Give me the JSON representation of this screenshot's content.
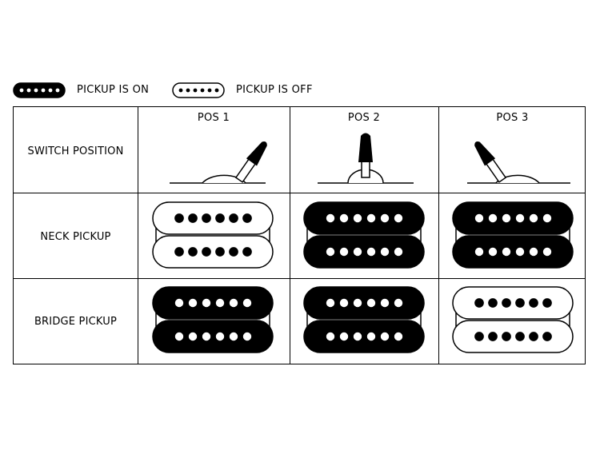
{
  "legend": {
    "on_label": "PICKUP IS ON",
    "off_label": "PICKUP IS OFF"
  },
  "table": {
    "header_row_label": "SWITCH POSITION",
    "positions": [
      "POS 1",
      "POS 2",
      "POS 3"
    ],
    "rows": [
      {
        "label": "NECK PICKUP",
        "states": [
          "off",
          "on",
          "on"
        ]
      },
      {
        "label": "BRIDGE PICKUP",
        "states": [
          "on",
          "on",
          "off"
        ]
      }
    ],
    "switch_directions": [
      "right",
      "center",
      "left"
    ]
  },
  "colors": {
    "on_fill": "#000000",
    "off_fill": "#ffffff",
    "stroke": "#000000"
  }
}
